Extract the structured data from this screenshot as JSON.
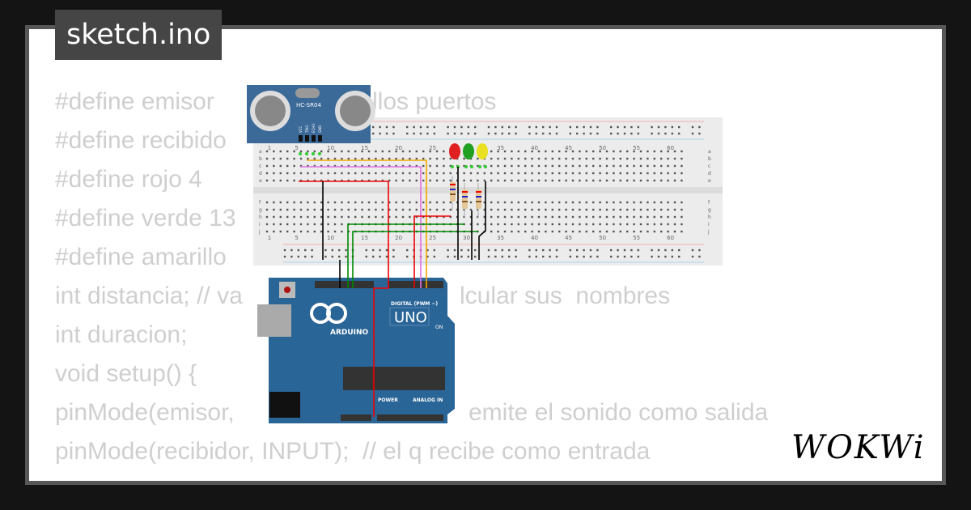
{
  "title": "sketch.ino",
  "code_lines": [
    {
      "left": "#define emisor",
      "right": "llos puertos"
    },
    {
      "left": "#define recibido",
      "right": ""
    },
    {
      "left": "#define rojo 4",
      "right": ""
    },
    {
      "left": "#define verde 13",
      "right": ""
    },
    {
      "left": "#define amarillo",
      "right": ""
    },
    {
      "left": "int distancia; // va",
      "right": "lcular sus  nombres"
    },
    {
      "left": "int duracion;",
      "right": ""
    },
    {
      "left": "void setup() {",
      "right": ""
    },
    {
      "left": "pinMode(emisor,",
      "right": "emite el sonido como salida"
    },
    {
      "left": "pinMode(recibidor, INPUT);  // el q recibe como entrada",
      "right": ""
    }
  ],
  "circuit": {
    "sensor_label": "HC-SR04",
    "sensor_pins": [
      "VCC",
      "TRIG",
      "ECHO",
      "GND"
    ],
    "board_brand": "ARDUINO",
    "board_model": "UNO",
    "digital_label": "DIGITAL (PWM ~)",
    "power_label": "POWER",
    "analog_label": "ANALOG IN",
    "on_label": "ON",
    "led_colors": [
      "#e02020",
      "#22a022",
      "#e8e020"
    ],
    "breadboard_numbers": [
      "1",
      "5",
      "10",
      "15",
      "20",
      "25",
      "30",
      "35",
      "40",
      "45",
      "50",
      "55",
      "60"
    ],
    "row_letters_top": [
      "a",
      "b",
      "c",
      "d",
      "e"
    ],
    "row_letters_bottom": [
      "f",
      "g",
      "h",
      "i",
      "j"
    ]
  },
  "logo": "WOKWi",
  "colors": {
    "background": "#141414",
    "card": "#ffffff",
    "code_text": "#cfcfcf",
    "title_bg": "#454545",
    "board": "#2a6597"
  }
}
